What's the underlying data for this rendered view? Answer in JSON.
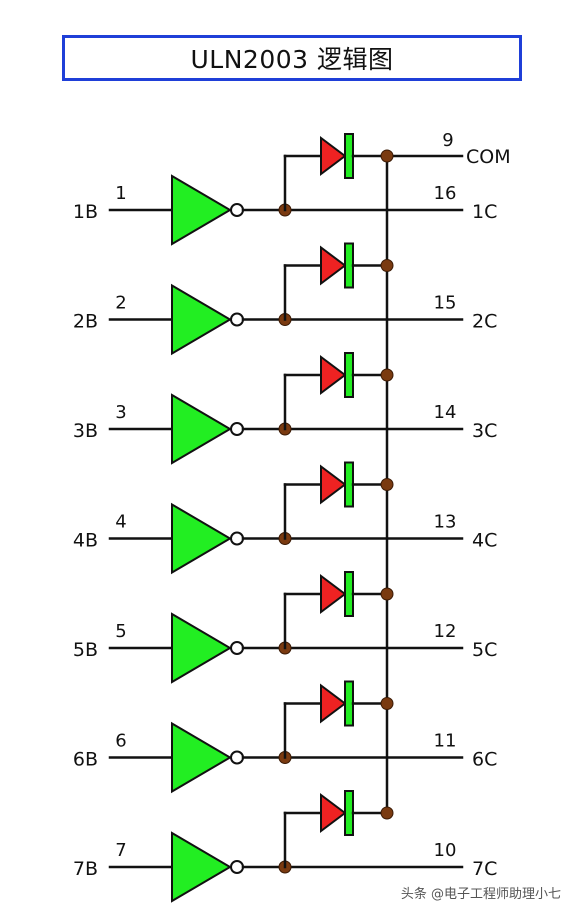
{
  "title": "ULN2003 逻辑图",
  "com_pin": {
    "number": "9",
    "name": "COM"
  },
  "channels": [
    {
      "in_num": "1",
      "in_name": "1B",
      "out_num": "16",
      "out_name": "1C"
    },
    {
      "in_num": "2",
      "in_name": "2B",
      "out_num": "15",
      "out_name": "2C"
    },
    {
      "in_num": "3",
      "in_name": "3B",
      "out_num": "14",
      "out_name": "3C"
    },
    {
      "in_num": "4",
      "in_name": "4B",
      "out_num": "13",
      "out_name": "4C"
    },
    {
      "in_num": "5",
      "in_name": "5B",
      "out_num": "12",
      "out_name": "5C"
    },
    {
      "in_num": "6",
      "in_name": "6B",
      "out_num": "11",
      "out_name": "6C"
    },
    {
      "in_num": "7",
      "in_name": "7B",
      "out_num": "10",
      "out_name": "7C"
    }
  ],
  "colors": {
    "buffer_fill": "#22ee22",
    "diode_fill": "#ee2222",
    "diode_bar": "#22ee22",
    "junction": "#7a3a10",
    "wire": "#111111",
    "title_border": "#1f3fd8"
  },
  "watermark": "头条 @电子工程师助理小七"
}
